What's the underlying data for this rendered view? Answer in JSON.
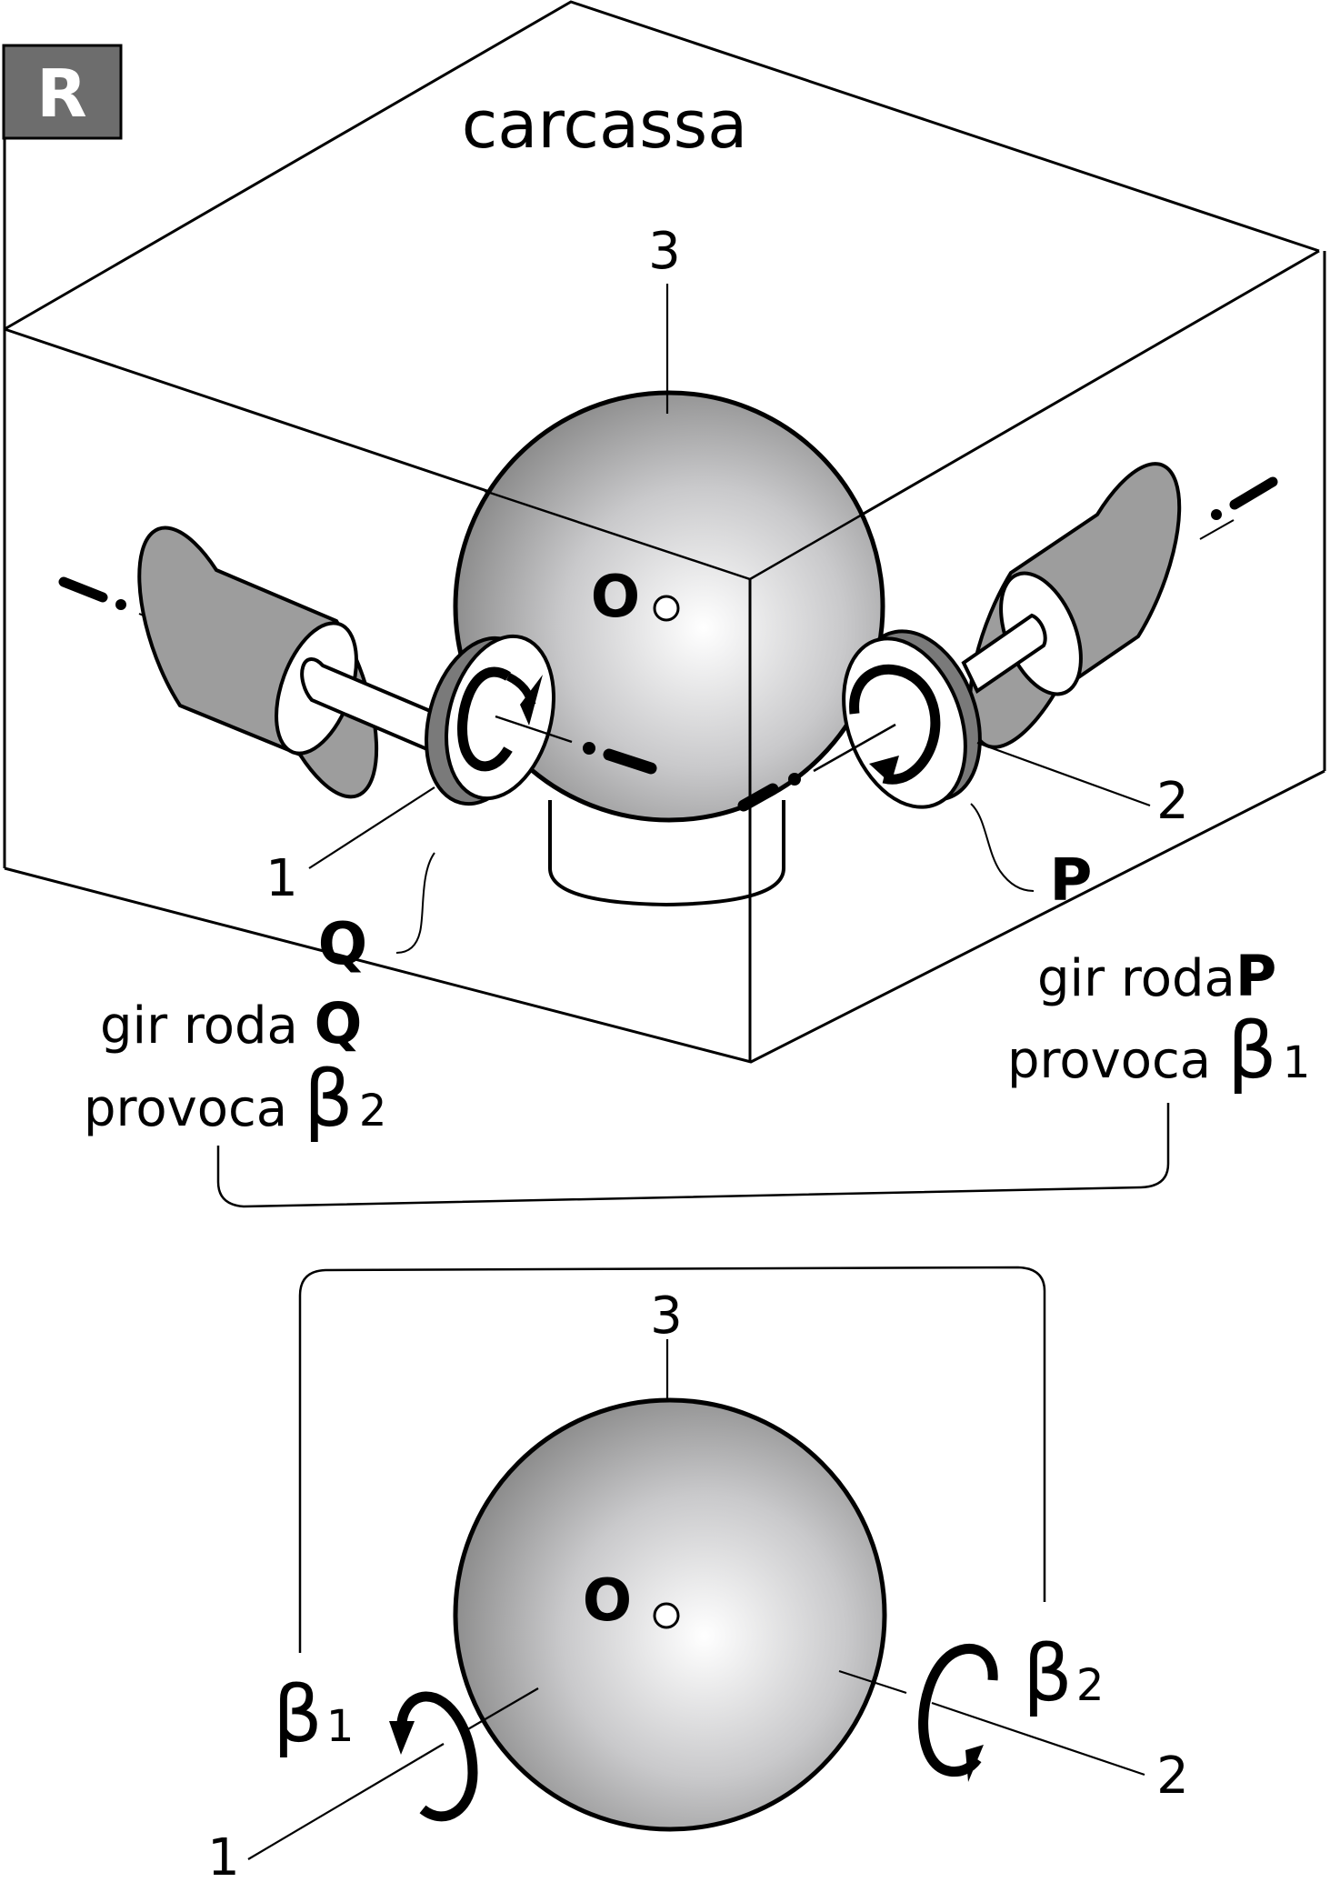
{
  "figure": {
    "badge": {
      "label": "R",
      "fill": "#6d6d6d",
      "text_color": "#ffffff"
    },
    "housing_label": "carcassa",
    "top_view": {
      "sphere_label": "3",
      "center_label": "O",
      "wheel_left": {
        "number": "1",
        "name": "Q"
      },
      "wheel_right": {
        "number": "2",
        "name": "P"
      }
    },
    "captions": {
      "left": {
        "line1_text": "gir roda",
        "line1_bold": "Q",
        "line2_text": "provoca",
        "symbol": "β",
        "subscript": "2"
      },
      "right": {
        "line1_text": "gir roda",
        "line1_bold": "P",
        "line2_text": "provoca",
        "symbol": "β",
        "subscript": "1"
      }
    },
    "bottom_view": {
      "sphere_label": "3",
      "center_label": "O",
      "axis_left": {
        "number": "1",
        "symbol": "β",
        "subscript": "1"
      },
      "axis_right": {
        "number": "2",
        "symbol": "β",
        "subscript": "2"
      }
    },
    "colors": {
      "cylinder_gray": "#9d9d9d",
      "wheel_rim": "#7a7a7a",
      "sphere_light": "#ffffff",
      "sphere_dark": "#8a8a8a",
      "line": "#000000"
    }
  }
}
